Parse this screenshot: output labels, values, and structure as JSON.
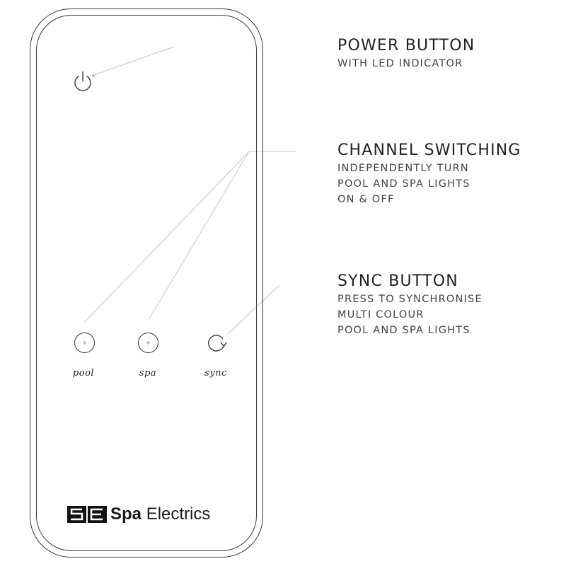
{
  "remote": {
    "buttons": [
      {
        "label": "pool"
      },
      {
        "label": "spa"
      },
      {
        "label": "sync"
      }
    ],
    "brand": {
      "logo_text": "SE",
      "name_bold": "Spa",
      "name_regular": "Electrics"
    }
  },
  "callouts": [
    {
      "title": "POWER BUTTON",
      "lines": [
        "WITH LED INDICATOR"
      ]
    },
    {
      "title": "CHANNEL SWITCHING",
      "lines": [
        "INDEPENDENTLY  TURN",
        "POOL AND SPA LIGHTS",
        "ON & OFF"
      ]
    },
    {
      "title": "SYNC BUTTON",
      "lines": [
        "PRESS TO SYNCHRONISE",
        "MULTI COLOUR",
        "POOL AND SPA LIGHTS"
      ]
    }
  ],
  "colors": {
    "outline": "#3a3a3a",
    "leader": "#c8c8c8",
    "text": "#222222"
  },
  "icons": [
    "power-icon",
    "refresh-icon"
  ]
}
